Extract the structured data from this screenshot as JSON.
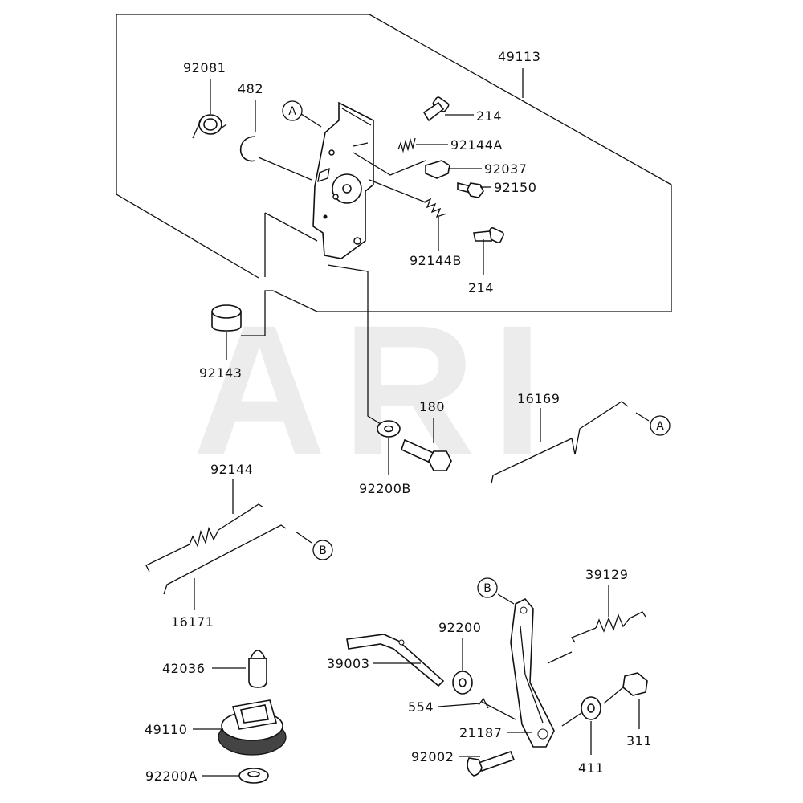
{
  "watermark": "ARI",
  "callouts": {
    "a_top": "A",
    "a_right": "A",
    "b_left": "B",
    "b_right": "B"
  },
  "labels": {
    "p49113": "49113",
    "p92081": "92081",
    "p482": "482",
    "p214_top": "214",
    "p92144A": "92144A",
    "p92037": "92037",
    "p92150": "92150",
    "p92144B": "92144B",
    "p214_bottom": "214",
    "p92143": "92143",
    "p180": "180",
    "p92200B": "92200B",
    "p16169": "16169",
    "p92144": "92144",
    "p16171": "16171",
    "p39129": "39129",
    "p92200": "92200",
    "p42036": "42036",
    "p39003": "39003",
    "p554": "554",
    "p49110": "49110",
    "p21187": "21187",
    "p311": "311",
    "p92002": "92002",
    "p411": "411",
    "p92200A": "92200A"
  }
}
